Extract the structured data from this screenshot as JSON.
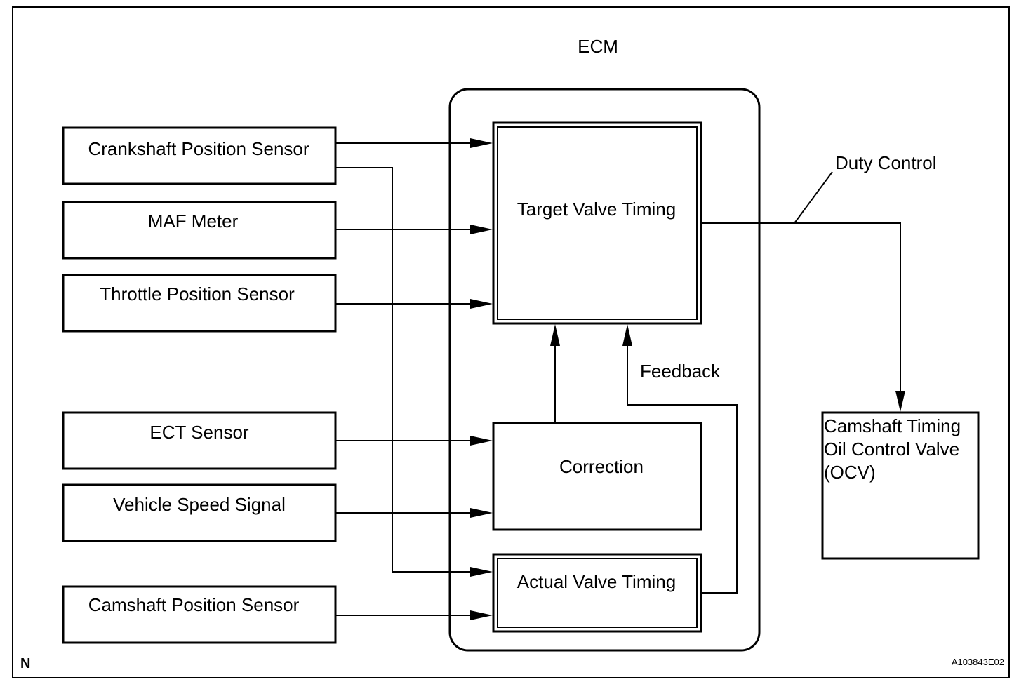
{
  "ecm_title": "ECM",
  "inputs": {
    "crankshaft": "Crankshaft Position Sensor",
    "maf": "MAF Meter",
    "throttle": "Throttle Position Sensor",
    "ect": "ECT Sensor",
    "vehicle_speed": "Vehicle Speed Signal",
    "camshaft_pos": "Camshaft Position Sensor"
  },
  "blocks": {
    "target": "Target Valve Timing",
    "correction": "Correction",
    "actual": "Actual Valve Timing"
  },
  "labels": {
    "duty_control": "Duty Control",
    "feedback": "Feedback"
  },
  "output": {
    "line1": "Camshaft Timing",
    "line2": "Oil Control Valve",
    "line3": "(OCV)"
  },
  "corner_left": "N",
  "figure_code": "A103843E02"
}
